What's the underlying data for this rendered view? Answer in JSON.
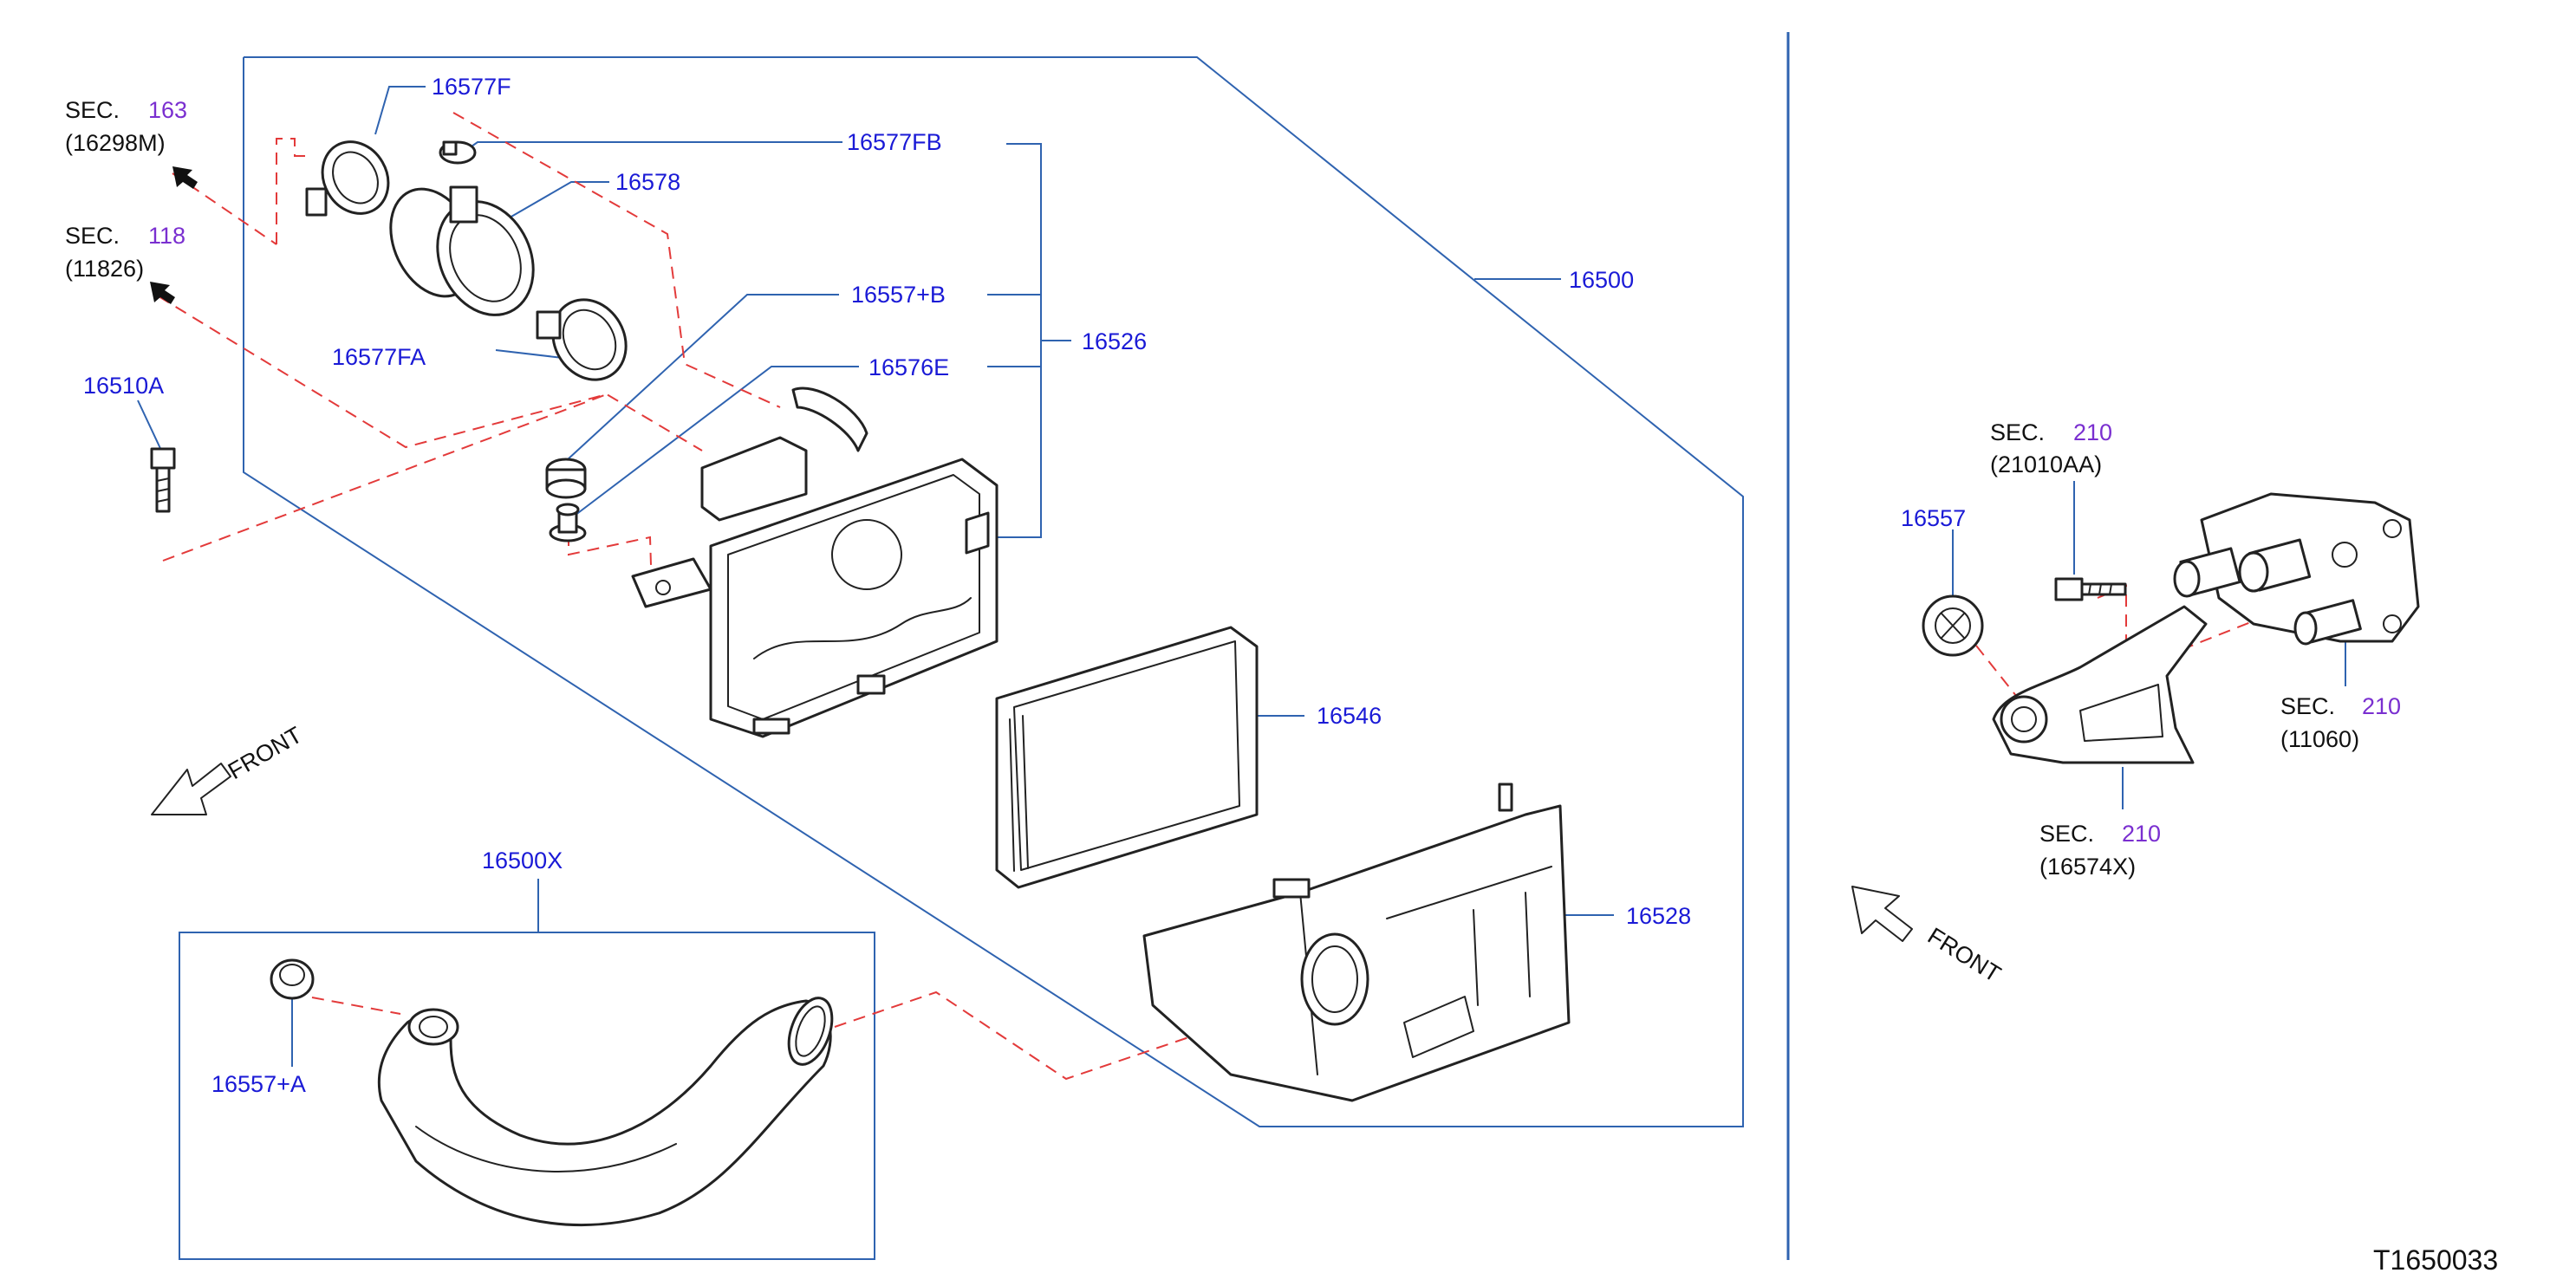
{
  "callouts": {
    "p16577F": "16577F",
    "p16577FB": "16577FB",
    "p16578": "16578",
    "p16557B": "16557+B",
    "p16576E": "16576E",
    "p16526": "16526",
    "p16500": "16500",
    "p16577FA": "16577FA",
    "p16510A": "16510A",
    "p16546": "16546",
    "p16528": "16528",
    "p16500X": "16500X",
    "p16557A": "16557+A",
    "p16557": "16557"
  },
  "section_refs": [
    {
      "prefix": "SEC.",
      "number": "163",
      "code": "(16298M)"
    },
    {
      "prefix": "SEC.",
      "number": "118",
      "code": "(11826)"
    },
    {
      "prefix": "SEC.",
      "number": "210",
      "code": "(21010AA)"
    },
    {
      "prefix": "SEC.",
      "number": "210",
      "code": "(11060)"
    },
    {
      "prefix": "SEC.",
      "number": "210",
      "code": "(16574X)"
    }
  ],
  "front_labels": [
    "FRONT",
    "FRONT"
  ],
  "diagram_id": "T1650033",
  "colors": {
    "part_number": "#1a1ad6",
    "section_number": "#7a2fd0",
    "leader_line": "#2f63b0",
    "dashed_line": "#e33a3a"
  }
}
